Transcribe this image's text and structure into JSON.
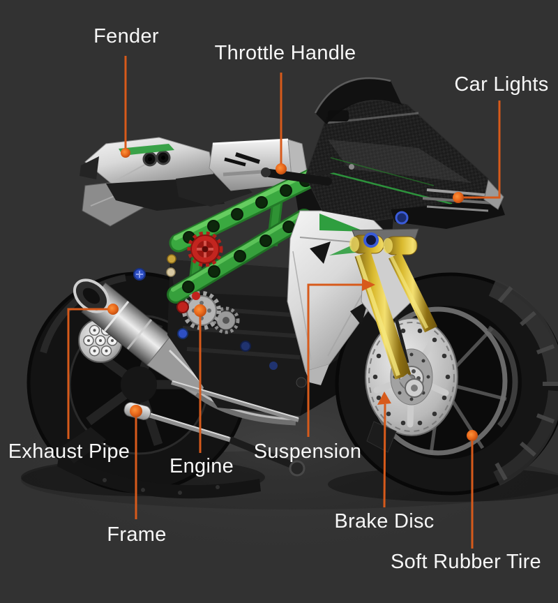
{
  "scene": {
    "background_color": "#323232",
    "accent_color": "#d75a1b",
    "text_color": "#f7f7f7"
  },
  "labels": [
    {
      "id": "fender",
      "text": "Fender"
    },
    {
      "id": "throttle-handle",
      "text": "Throttle Handle"
    },
    {
      "id": "car-lights",
      "text": "Car Lights"
    },
    {
      "id": "exhaust-pipe",
      "text": "Exhaust Pipe"
    },
    {
      "id": "engine",
      "text": "Engine"
    },
    {
      "id": "suspension",
      "text": "Suspension"
    },
    {
      "id": "frame",
      "text": "Frame"
    },
    {
      "id": "brake-disc",
      "text": "Brake Disc"
    },
    {
      "id": "soft-rubber-tire",
      "text": "Soft Rubber Tire"
    }
  ],
  "illustration": {
    "subject": "building-block sport motorcycle model with labeled parts",
    "part_colors": {
      "tire": "#151515",
      "frame_beam_green": "#36a03c",
      "front_fork_gold": "#d9b92e",
      "fairing_white": "#e8e8e8",
      "exhaust_silver": "#c0c0c0",
      "gear_red": "#c3251f",
      "callout_dot": "#ec6c1d"
    }
  }
}
